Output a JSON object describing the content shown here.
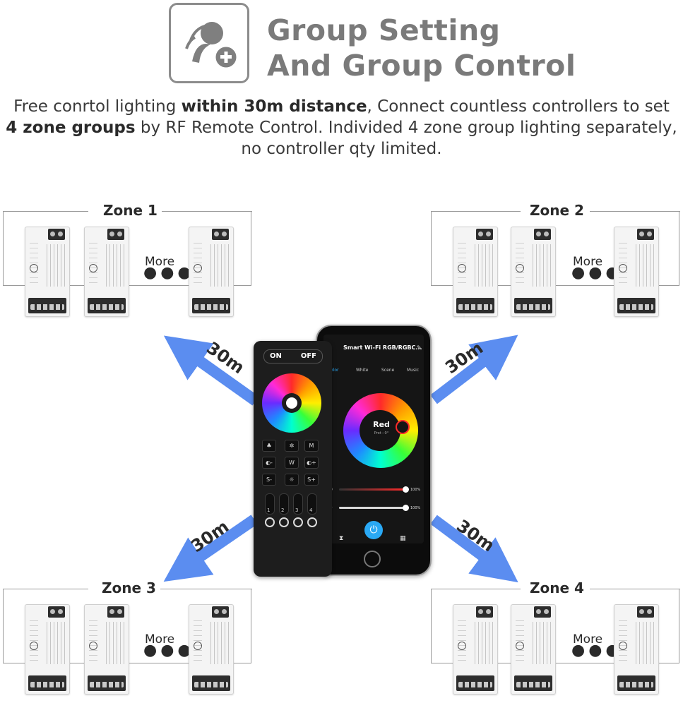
{
  "header": {
    "title_line1": "Group Setting",
    "title_line2": "And Group Control",
    "logo_icon": "group-add-icon"
  },
  "description": {
    "part1": "Free conrtol lighting ",
    "bold1": "within 30m distance",
    "part2": ", Connect countless controllers to set ",
    "bold2": "4 zone groups",
    "part3": " by RF Remote Control. Individed 4 zone group lighting separately, no controller qty limited."
  },
  "zones": [
    {
      "label": "Zone 1",
      "more": "More"
    },
    {
      "label": "Zone 2",
      "more": "More"
    },
    {
      "label": "Zone 3",
      "more": "More"
    },
    {
      "label": "Zone 4",
      "more": "More"
    }
  ],
  "distance_label": "30m",
  "remote": {
    "on": "ON",
    "off": "OFF",
    "btn_m": "M",
    "btn_w": "W",
    "btn_s_minus": "S-",
    "btn_s_plus": "S+",
    "zone_numbers": [
      "1",
      "2",
      "3",
      "4"
    ]
  },
  "phone": {
    "app_title": "Smart Wi-Fi RGB/RGBC...",
    "tabs": [
      "olor",
      "White",
      "Scene",
      "Music"
    ],
    "color_name": "Red",
    "color_sub": "Prot : 0°",
    "brightness_pct": "100%",
    "speed_pct": "100%"
  },
  "colors": {
    "arrow": "#5b8df0",
    "title": "#7a7a7a",
    "power_button": "#2aa9f5"
  }
}
